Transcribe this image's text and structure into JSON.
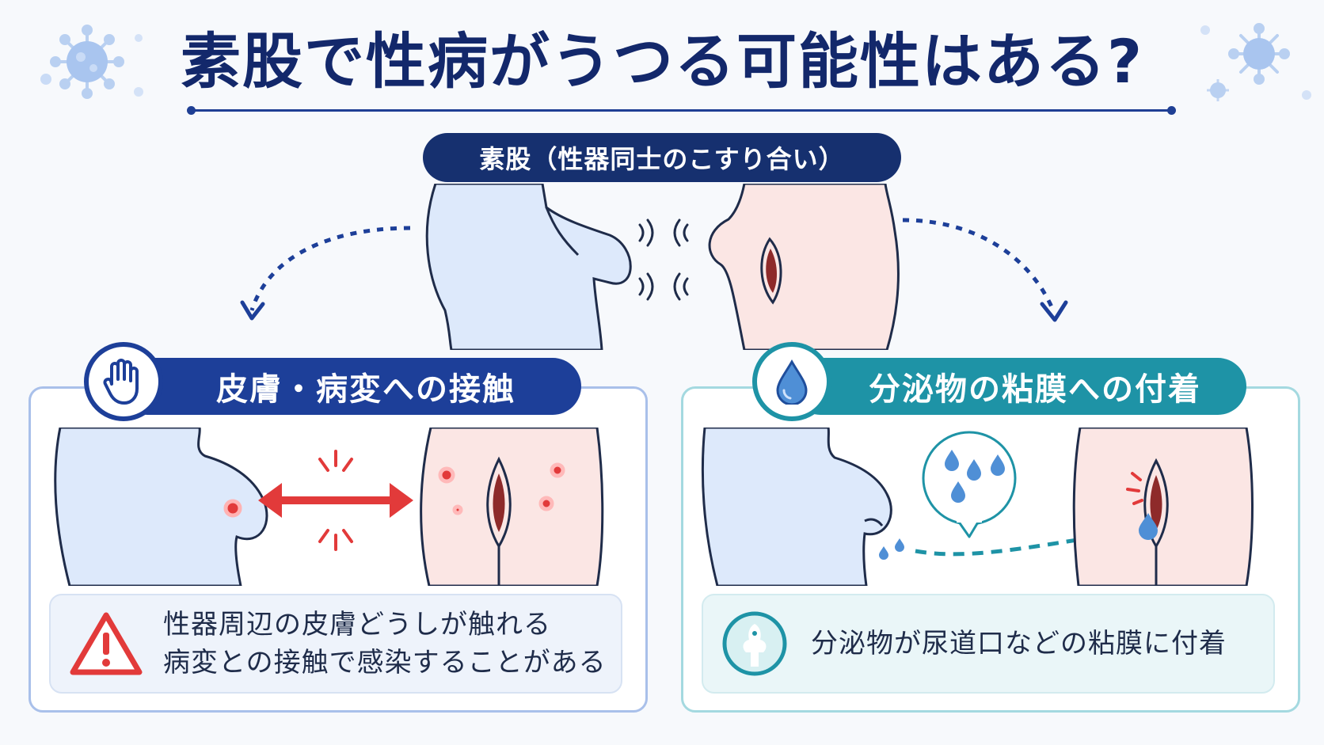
{
  "title": "素股で性病がうつる可能性はある?",
  "top_label": "素股（性器同士のこすり合い）",
  "left_panel": {
    "heading": "皮膚・病変への接触",
    "icon": "hand-icon",
    "note_line1": "性器周辺の皮膚どうしが触れる",
    "note_line2": "病変との接触で感染することがある",
    "note_icon": "warning-icon"
  },
  "right_panel": {
    "heading": "分泌物の粘膜への付着",
    "icon": "droplet-icon",
    "note_line1": "分泌物が尿道口などの粘膜に付着",
    "note_icon": "urethra-icon"
  },
  "colors": {
    "navy": "#16306f",
    "blue": "#1d3f99",
    "teal": "#1e93a6",
    "alert_red": "#e23a3a",
    "drop_blue": "#4f8fd6",
    "male_skin": "#dde9fb",
    "female_skin": "#fbe6e4"
  }
}
